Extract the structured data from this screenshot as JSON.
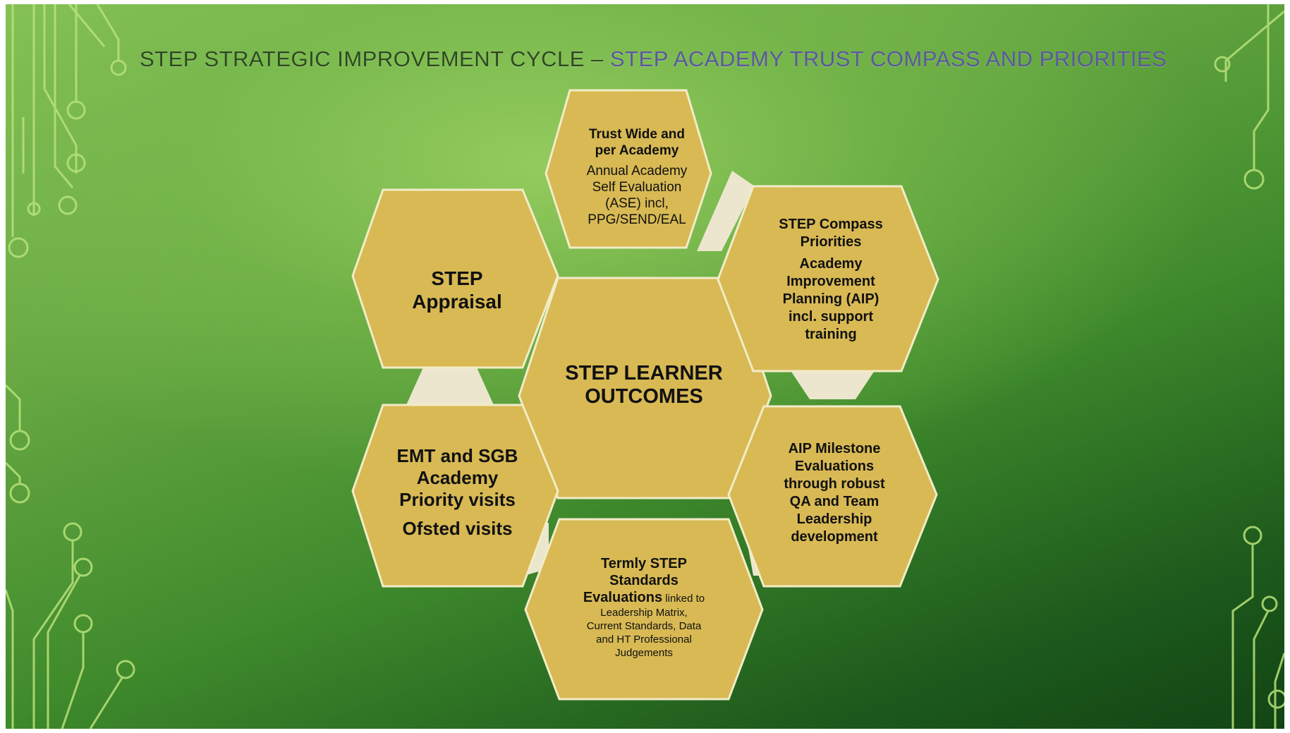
{
  "title": {
    "part1": "STEP STRATEGIC IMPROVEMENT CYCLE – ",
    "part2": "STEP ACADEMY TRUST COMPASS AND PRIORITIES"
  },
  "hexagons": {
    "appraisal": {
      "line1": "STEP",
      "line2": "Appraisal"
    },
    "center": {
      "line1": "STEP LEARNER",
      "line2": "OUTCOMES"
    },
    "top": {
      "heading1": "Trust Wide and",
      "heading2": "per Academy",
      "sub1": "Annual Academy",
      "sub2": "Self Evaluation",
      "sub3": "(ASE) incl,",
      "sub4": "PPG/SEND/EAL"
    },
    "right": {
      "heading1": "STEP Compass",
      "heading2": "Priorities",
      "sub1": "Academy",
      "sub2": "Improvement",
      "sub3": "Planning (AIP)",
      "sub4": "incl. support",
      "sub5": "training"
    },
    "bottom_right": {
      "line1": "AIP Milestone",
      "line2": "Evaluations",
      "line3": "through robust",
      "line4": "QA and Team",
      "line5": "Leadership",
      "line6": "development"
    },
    "bottom": {
      "line1": "Termly STEP",
      "line2": "Standards",
      "line3_bold": "Evaluations",
      "line3_rest": " linked to",
      "line4": "Leadership Matrix,",
      "line5": "Current Standards, Data",
      "line6": "and HT Professional",
      "line7": "Judgements"
    },
    "left_bottom": {
      "line1": "EMT and SGB",
      "line2": "Academy",
      "line3": "Priority visits",
      "line4": "Ofsted visits"
    }
  },
  "colors": {
    "hex_fill": "#d8b954",
    "hex_border": "#f2ecc8",
    "connector": "#ece6cf",
    "title_main": "#2f4a22",
    "title_accent": "#5b58a0",
    "circuit": "#b8e27a"
  }
}
